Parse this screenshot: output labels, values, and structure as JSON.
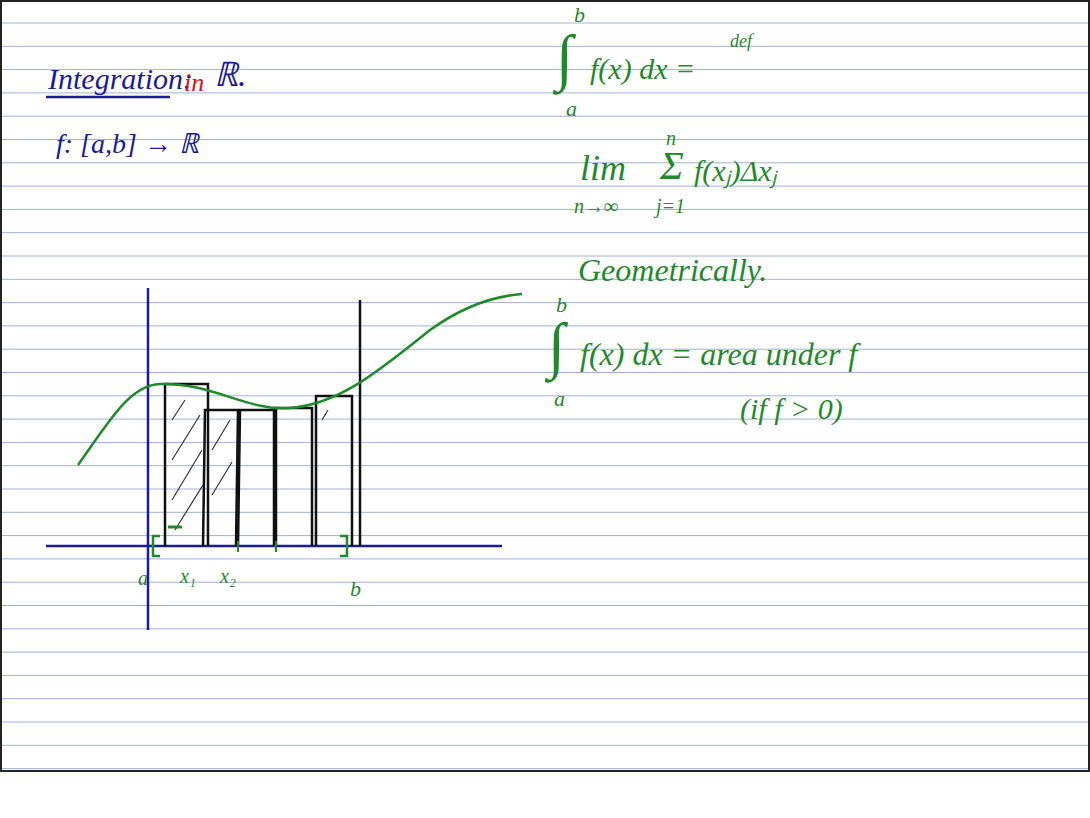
{
  "diagram": {
    "title": "Integration:",
    "labels": [
      "in",
      "ℝ.",
      "f: [a,b] → ℝ",
      "b",
      "∫",
      "f(x) dx =",
      "def",
      "a",
      "lim",
      "n→∞",
      "n",
      "Σ",
      "f(xⱼ)Δxⱼ",
      "j=1",
      "Geometrically.",
      "b",
      "∫",
      "f(x) dx = area under f",
      "a",
      "(if f > 0)",
      "a",
      "x₁",
      "x₂",
      "b"
    ]
  }
}
